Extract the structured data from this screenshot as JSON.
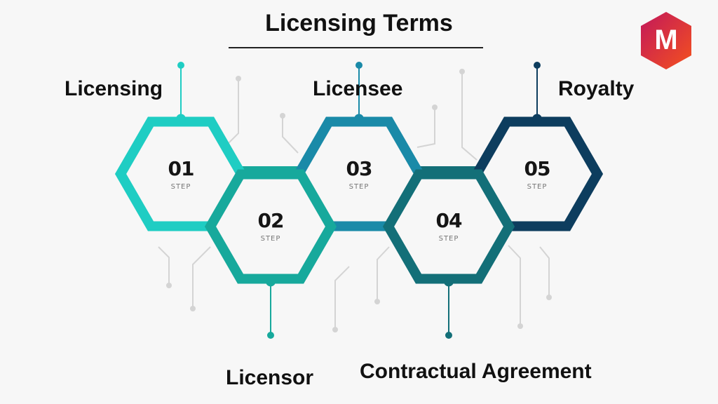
{
  "title": "Licensing Terms",
  "logo": {
    "letter": "M",
    "color_start": "#c2185b",
    "color_end": "#f4511e"
  },
  "steps": [
    {
      "number": "01",
      "step_label": "STEP",
      "term": "Licensing",
      "color": "#1fcdc3"
    },
    {
      "number": "02",
      "step_label": "STEP",
      "term": "Licensor",
      "color": "#17a99c"
    },
    {
      "number": "03",
      "step_label": "STEP",
      "term": "Licensee",
      "color": "#1a8aa8"
    },
    {
      "number": "04",
      "step_label": "STEP",
      "term": "Contractual Agreement",
      "color": "#136f78"
    },
    {
      "number": "05",
      "step_label": "STEP",
      "term": "Royalty",
      "color": "#0d3d5e"
    }
  ]
}
